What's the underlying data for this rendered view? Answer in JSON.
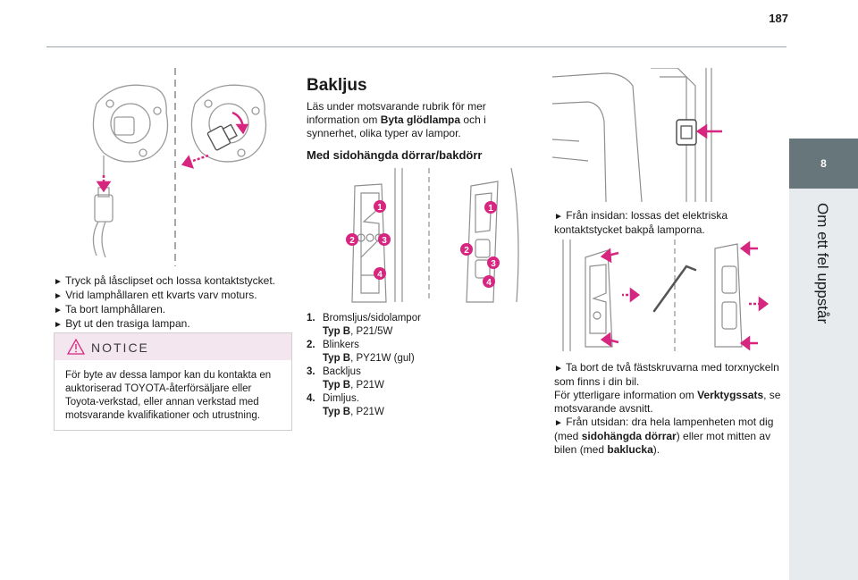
{
  "page_number": "187",
  "side_tab": {
    "chapter_number": "8",
    "chapter_title": "Om ett fel uppstår"
  },
  "column1": {
    "steps": [
      "Tryck på låsclipset och lossa kontaktstycket.",
      "Vrid lamphållaren ett kvarts varv moturs.",
      "Ta bort lamphållaren.",
      "Byt ut den trasiga lampan."
    ],
    "notice": {
      "title": "NOTICE",
      "text": "För byte av dessa lampor kan du kontakta en auktoriserad TOYOTA-återförsäljare eller Toyota-verkstad, eller annan verkstad med motsvarande kvalifikationer och utrustning."
    }
  },
  "column2": {
    "heading": "Bakljus",
    "intro": {
      "part1": "Läs under motsvarande rubrik för mer information om ",
      "bold1": "Byta glödlampa",
      "part2": " och i synnerhet, olika typer av lampor."
    },
    "subheading": "Med sidohängda dörrar/bakdörr",
    "lamps": [
      {
        "num": "1.",
        "name": "Bromsljus/sidolampor",
        "type_label": "Typ B",
        "type_value": ", P21/5W"
      },
      {
        "num": "2.",
        "name": "Blinkers",
        "type_label": "Typ B",
        "type_value": ", PY21W (gul)"
      },
      {
        "num": "3.",
        "name": "Backljus",
        "type_label": "Typ B",
        "type_value": ", P21W"
      },
      {
        "num": "4.",
        "name": "Dimljus.",
        "type_label": "Typ B",
        "type_value": ", P21W"
      }
    ],
    "callouts": [
      "1",
      "2",
      "3",
      "4"
    ]
  },
  "column3": {
    "step_inside": "Från insidan: lossas det elektriska kontaktstycket bakpå lamporna.",
    "step_remove": "Ta bort de två fästskruvarna med torxnyckeln som finns i din bil.",
    "more_info": {
      "part1": "För ytterligare information om ",
      "bold": "Verktygssats",
      "part2": ", se motsvarande avsnitt."
    },
    "step_outside": {
      "part1": "Från utsidan: dra hela lampenheten mot dig (med ",
      "bold1": "sidohängda dörrar",
      "part2": ") eller mot mitten av bilen (med ",
      "bold2": "baklucka",
      "part3": ")."
    }
  },
  "colors": {
    "accent": "#d6267f",
    "tab": "#66767b",
    "band": "#e8ebed",
    "notice_bg": "#f3e6ef"
  }
}
